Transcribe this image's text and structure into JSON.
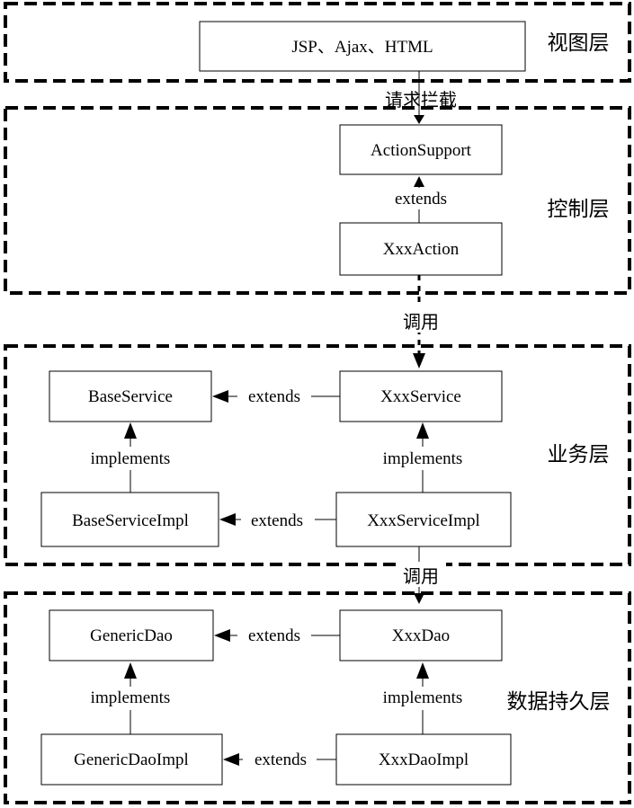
{
  "layers": {
    "view": "视图层",
    "control": "控制层",
    "business": "业务层",
    "persistence": "数据持久层"
  },
  "boxes": {
    "view_tech": "JSP、Ajax、HTML",
    "action_support": "ActionSupport",
    "xxx_action": "XxxAction",
    "base_service": "BaseService",
    "xxx_service": "XxxService",
    "base_service_impl": "BaseServiceImpl",
    "xxx_service_impl": "XxxServiceImpl",
    "generic_dao": "GenericDao",
    "xxx_dao": "XxxDao",
    "generic_dao_impl": "GenericDaoImpl",
    "xxx_dao_impl": "XxxDaoImpl"
  },
  "edges": {
    "request_intercept": "请求拦截",
    "action_extends": "extends",
    "call_1": "调用",
    "service_extends": "extends",
    "base_service_implements": "implements",
    "xxx_service_implements": "implements",
    "service_impl_extends": "extends",
    "call_2": "调用",
    "dao_extends": "extends",
    "generic_dao_implements": "implements",
    "xxx_dao_implements": "implements",
    "dao_impl_extends": "extends"
  }
}
